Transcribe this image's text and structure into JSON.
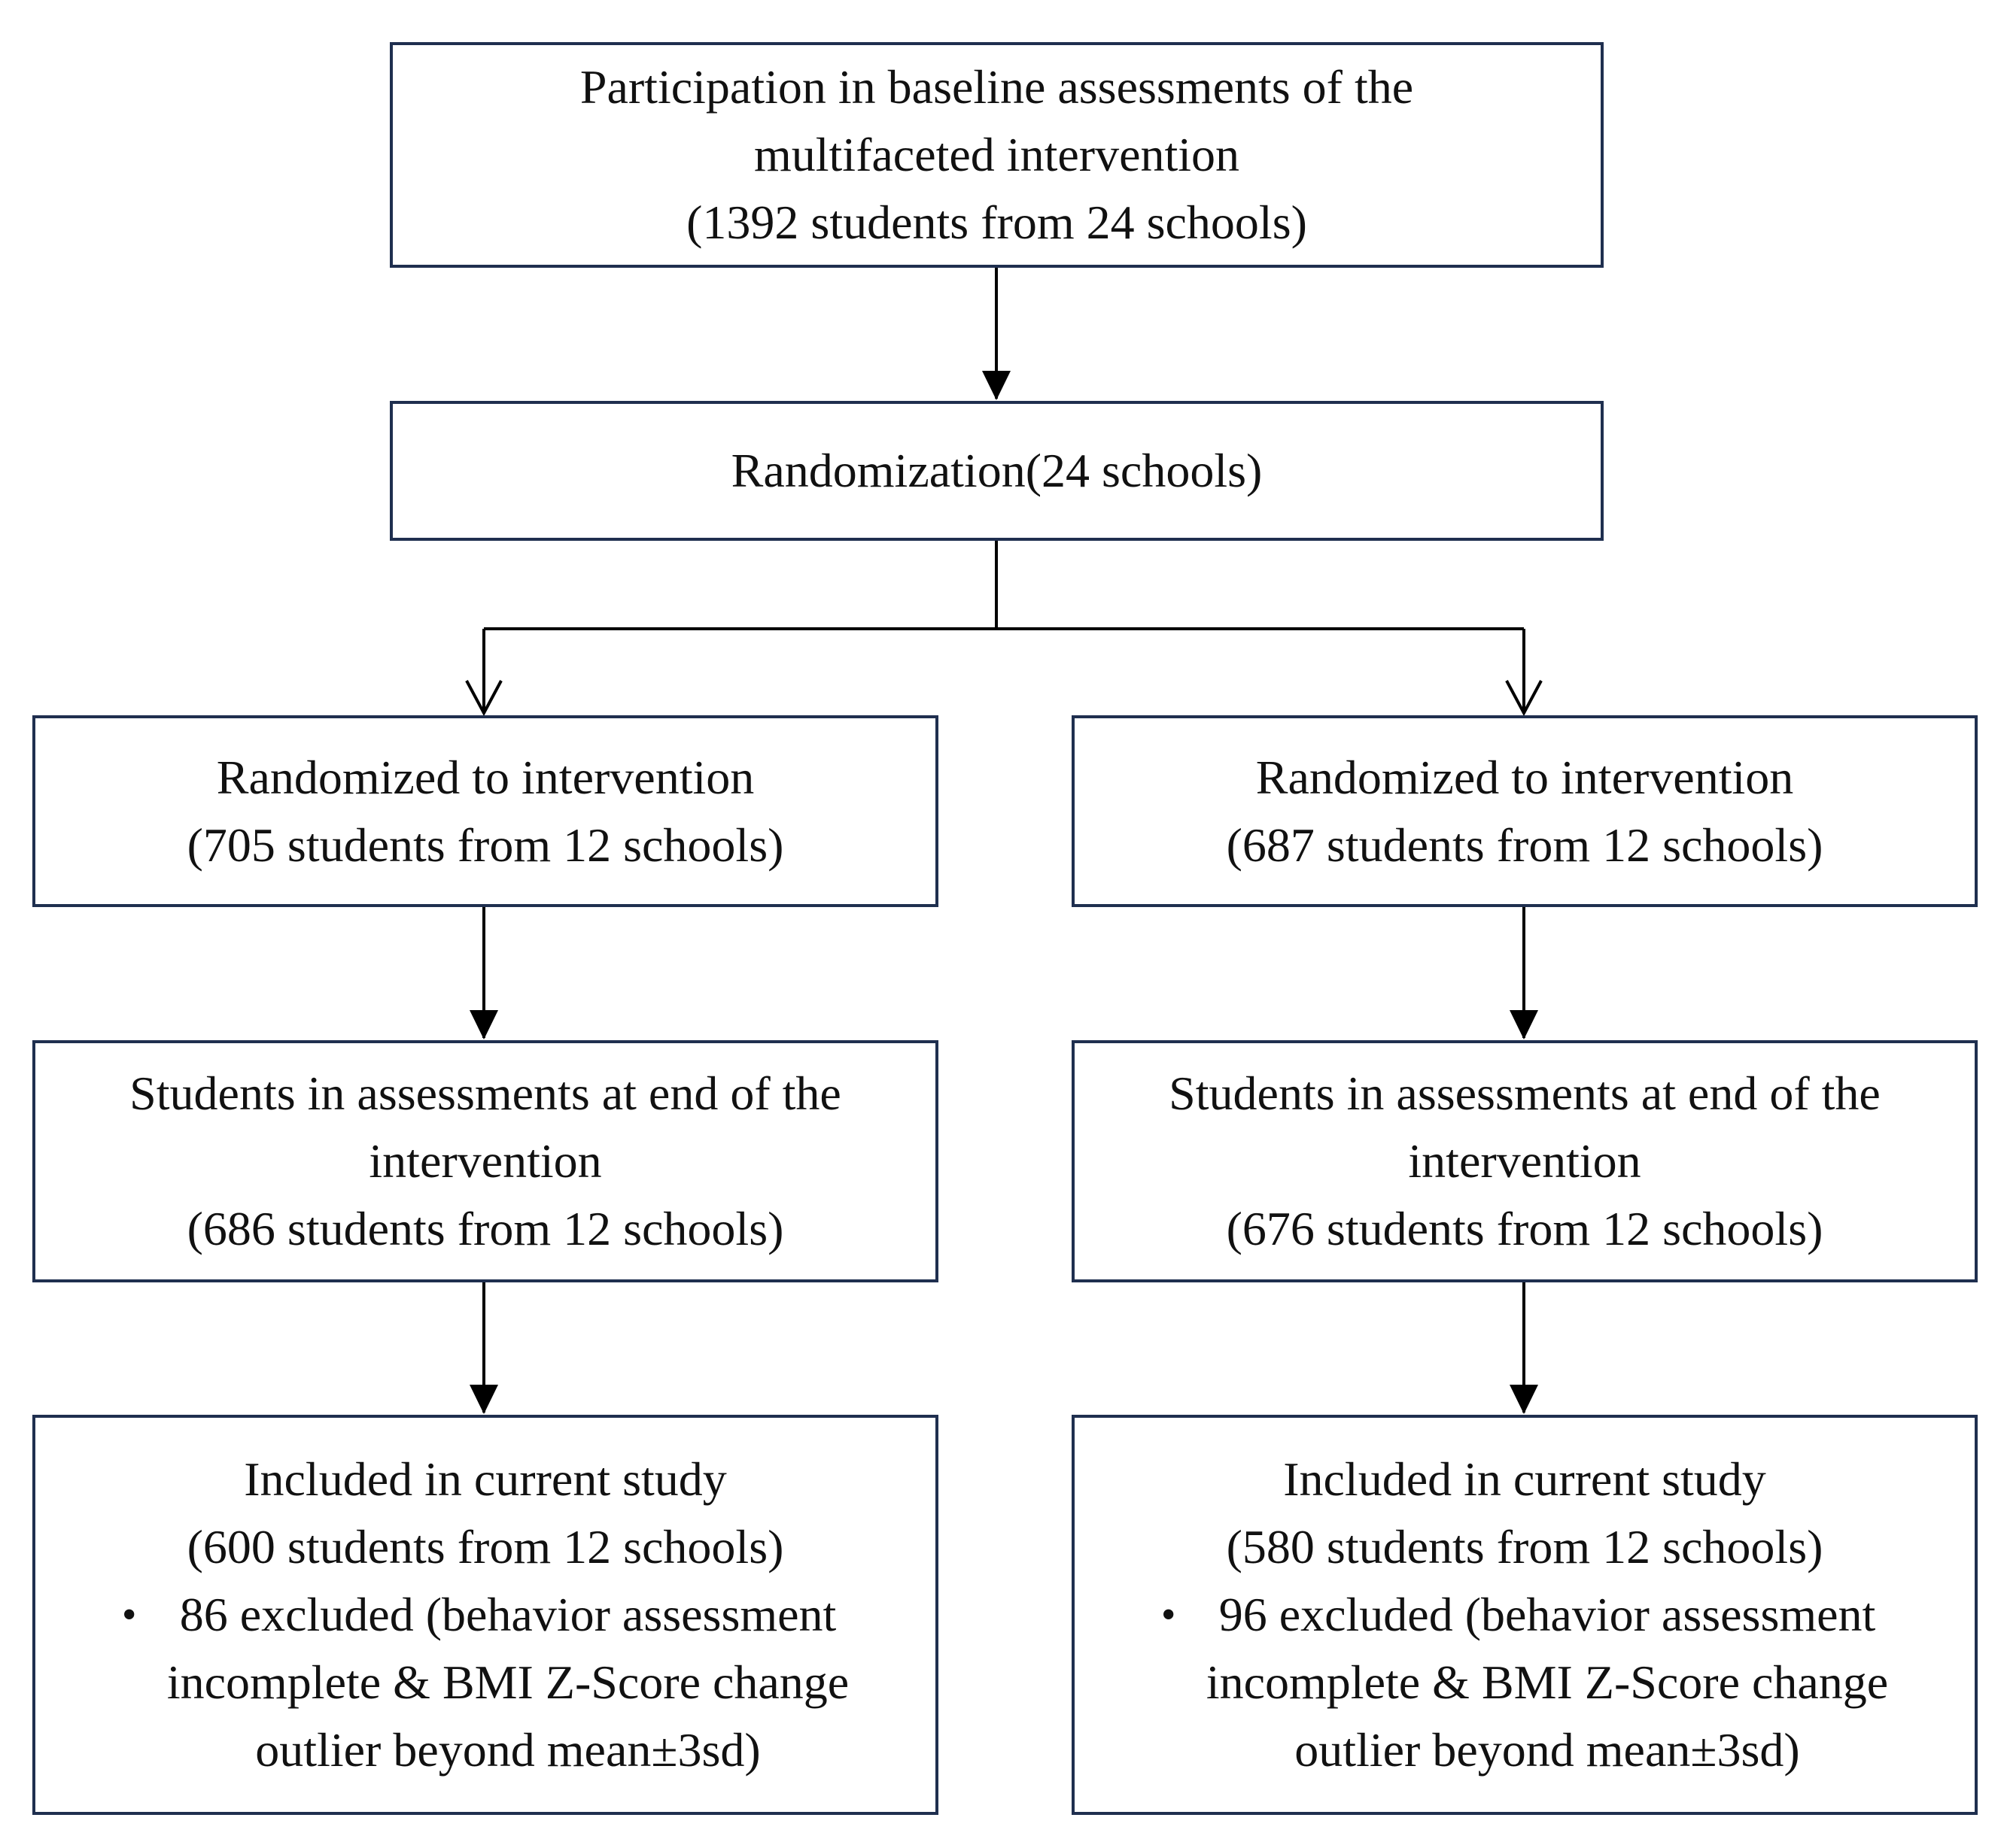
{
  "colors": {
    "box_border": "#1f2f4f",
    "arrow": "#000000",
    "background": "#ffffff"
  },
  "baseline": {
    "lines": [
      "Participation in baseline assessments of the",
      "multifaceted intervention",
      "(1392 students from 24 schools)"
    ]
  },
  "randomization": {
    "text": "Randomization(24 schools)"
  },
  "left_arm": {
    "randomized": {
      "lines": [
        "Randomized to intervention",
        "(705 students from 12 schools)"
      ]
    },
    "end_assessment": {
      "lines": [
        "Students in assessments at end of the",
        "intervention",
        "(686 students from 12 schools)"
      ]
    },
    "included": {
      "lines": [
        "Included in current study",
        "(600 students from 12 schools)"
      ],
      "bullet": "•",
      "excluded_lines": [
        "86 excluded (behavior assessment",
        "incomplete & BMI Z-Score change",
        "outlier beyond mean±3sd)"
      ]
    }
  },
  "right_arm": {
    "randomized": {
      "lines": [
        "Randomized to intervention",
        "(687 students from 12 schools)"
      ]
    },
    "end_assessment": {
      "lines": [
        "Students in assessments at end of the",
        "intervention",
        "(676 students from 12 schools)"
      ]
    },
    "included": {
      "lines": [
        "Included in current study",
        "(580 students from 12 schools)"
      ],
      "bullet": "•",
      "excluded_lines": [
        "96 excluded  (behavior assessment",
        "incomplete & BMI Z-Score change",
        "outlier beyond mean±3sd)"
      ]
    }
  }
}
